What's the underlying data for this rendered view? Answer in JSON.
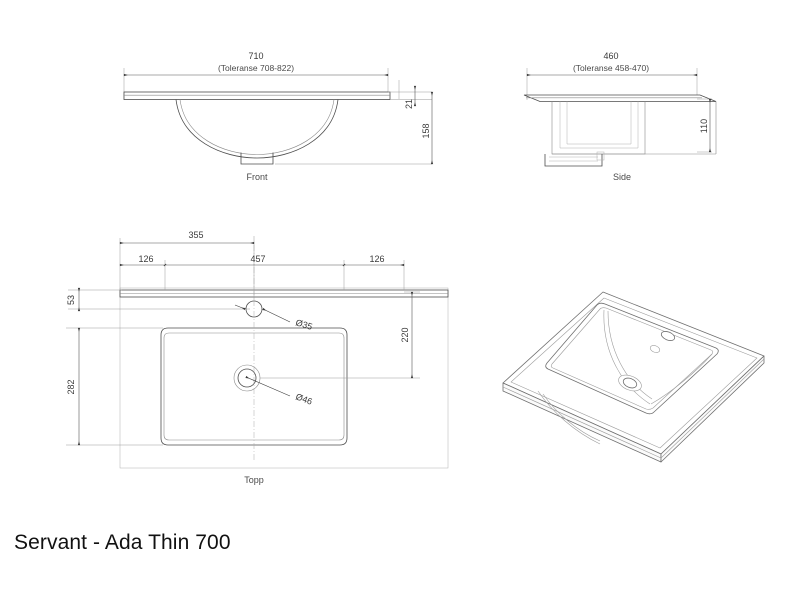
{
  "document": {
    "title": "Servant - Ada Thin 700",
    "background_color": "#ffffff",
    "line_color": "#4d4d4d",
    "dimension_color": "#3a3a3a"
  },
  "views": {
    "front": {
      "label": "Front",
      "dimensions": {
        "width": "710",
        "width_tolerance": "(Toleranse 708-822)",
        "top_thickness": "21",
        "total_height": "158"
      }
    },
    "side": {
      "label": "Side",
      "dimensions": {
        "depth": "460",
        "depth_tolerance": "(Toleranse 458-470)",
        "bowl_height": "110"
      }
    },
    "top": {
      "label": "Topp",
      "dimensions": {
        "tap_hole_from_left": "355",
        "left_margin": "126",
        "bowl_width": "457",
        "right_margin": "126",
        "back_ledge": "53",
        "bowl_depth": "282",
        "waste_from_back": "220",
        "tap_hole_diameter": "Ø35",
        "waste_hole_diameter": "Ø46"
      }
    },
    "isometric": {
      "label": ""
    }
  }
}
